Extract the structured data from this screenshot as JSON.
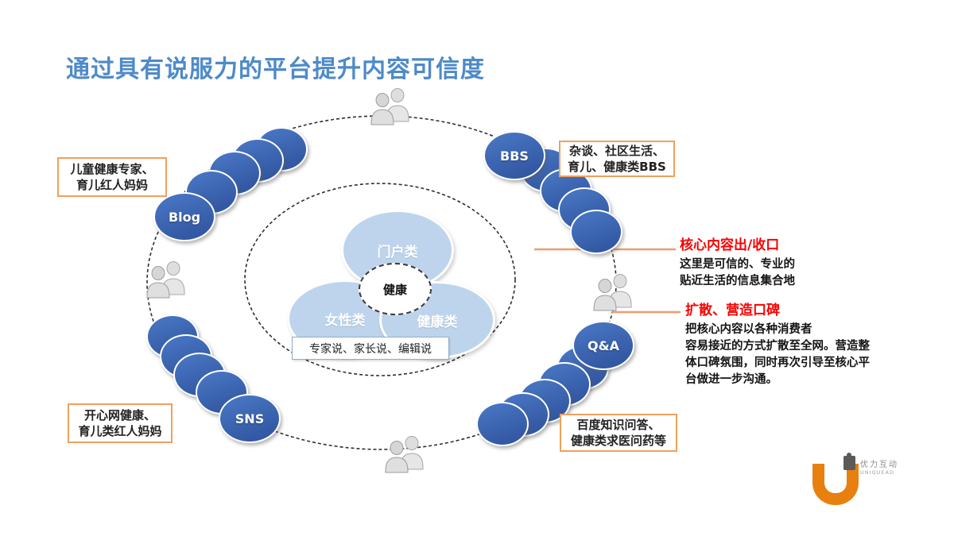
{
  "slide": {
    "title": "通过具有说服力的平台提升内容可信度"
  },
  "center": {
    "petal_top": "门户类",
    "petal_left": "女性类",
    "petal_right": "健康类",
    "core": "健康",
    "voices": "专家说、家长说、编辑说"
  },
  "nodes": {
    "blog": "Blog",
    "bbs": "BBS",
    "qa": "Q&A",
    "sns": "SNS"
  },
  "boxes": {
    "blog": {
      "line1": "儿童健康专家、",
      "line2": "育儿红人妈妈"
    },
    "bbs": {
      "line1": "杂谈、社区生活、",
      "line2": "育儿、健康类BBS"
    },
    "sns": {
      "line1": "开心网健康、",
      "line2": "育儿类红人妈妈"
    },
    "qa": {
      "line1": "百度知识问答、",
      "line2": "健康类求医问药等"
    }
  },
  "annotations": {
    "core_out": {
      "heading": "核心内容出/收口",
      "line1": "这里是可信的、专业的",
      "line2": "贴近生活的信息集合地"
    },
    "spread": {
      "heading": "扩散、营造口碑",
      "line1": "把核心内容以各种消费者",
      "line2": "容易接近的方式扩散至全网。营造整",
      "line3": "体口碑氛围，同时再次引导至核心平",
      "line4": "台做进一步沟通。"
    }
  },
  "logo": {
    "cn": "优力互动",
    "en": "UNIQUEAD"
  },
  "colors": {
    "title_blue": "#4e8ac8",
    "node_blue": "#3e68b2",
    "petal_blue": "#bdd4ec",
    "annotation_red": "#fa0000",
    "box_border_orange": "#f0a05c",
    "connector_orange": "#ed9d6f",
    "logo_orange": "#e8800f"
  }
}
